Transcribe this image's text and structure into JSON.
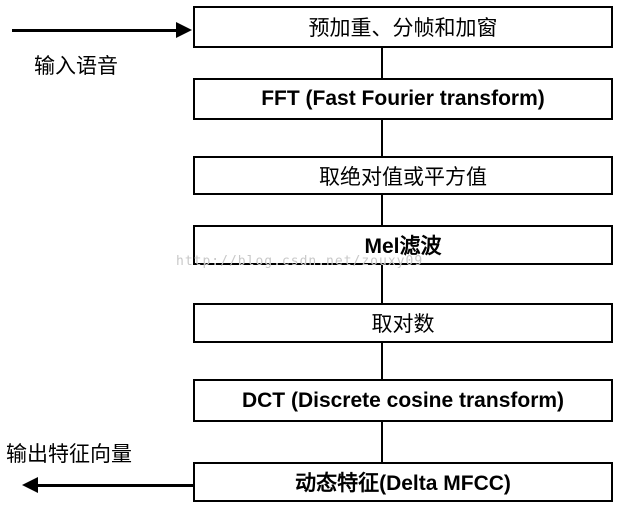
{
  "input_label": "输入语音",
  "output_label": "输出特征向量",
  "steps": [
    "预加重、分帧和加窗",
    "FFT (Fast Fourier transform)",
    "取绝对值或平方值",
    "Mel滤波",
    "取对数",
    "DCT (Discrete cosine transform)",
    "动态特征(Delta MFCC)"
  ],
  "watermark": "http://blog.csdn.net/zouxy09"
}
